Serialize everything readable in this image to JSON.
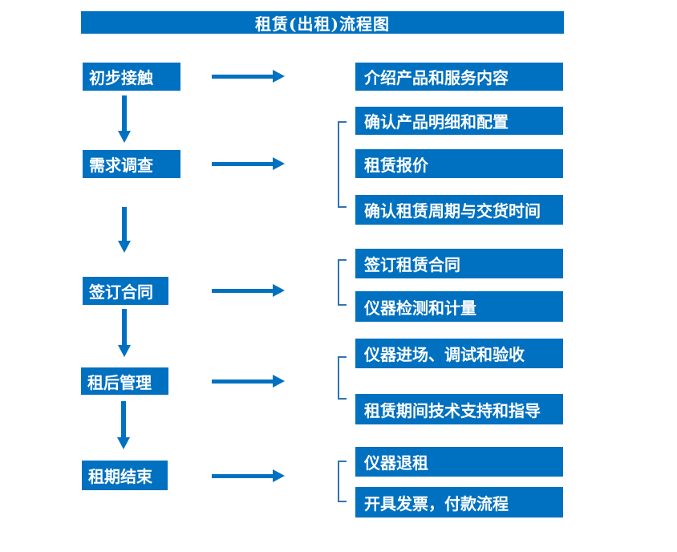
{
  "title": "租赁(出租)流程图",
  "colors": {
    "primary": "#0070C0",
    "bracket": "#2E75B6",
    "text_on_primary": "#FFFFFF",
    "background": "#FFFFFF"
  },
  "flow": {
    "steps": [
      {
        "label": "初步接触",
        "details": [
          "介绍产品和服务内容"
        ]
      },
      {
        "label": "需求调查",
        "details": [
          "确认产品明细和配置",
          "租赁报价",
          "确认租赁周期与交货时间"
        ]
      },
      {
        "label": "签订合同",
        "details": [
          "签订租赁合同",
          "仪器检测和计量"
        ]
      },
      {
        "label": "租后管理",
        "details": [
          "仪器进场、调试和验收",
          "租赁期间技术支持和指导"
        ]
      },
      {
        "label": "租期结束",
        "details": [
          "仪器退租",
          "开具发票，付款流程"
        ]
      }
    ]
  }
}
